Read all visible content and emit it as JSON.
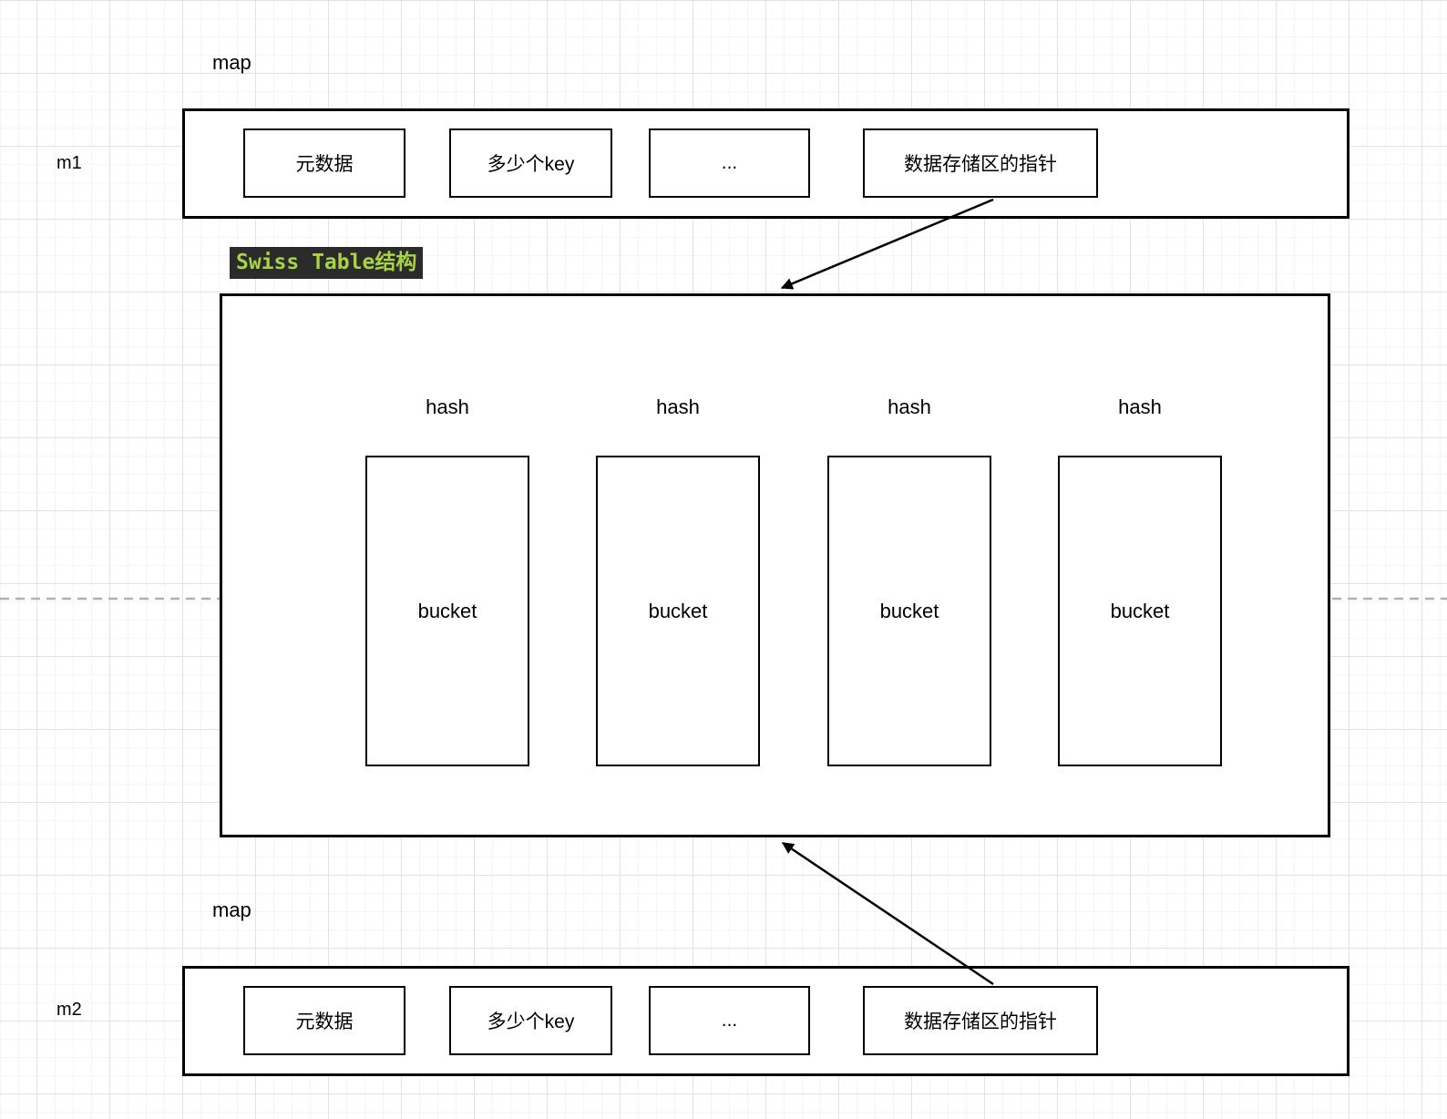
{
  "diagram": {
    "top_map": {
      "caption": "map",
      "name": "m1",
      "cells": [
        {
          "label": "元数据"
        },
        {
          "label": "多少个key"
        },
        {
          "label": "..."
        },
        {
          "label": "数据存储区的指针"
        }
      ]
    },
    "swiss_table": {
      "title": "Swiss Table结构",
      "columns": [
        {
          "hash_label": "hash",
          "bucket_label": "bucket"
        },
        {
          "hash_label": "hash",
          "bucket_label": "bucket"
        },
        {
          "hash_label": "hash",
          "bucket_label": "bucket"
        },
        {
          "hash_label": "hash",
          "bucket_label": "bucket"
        }
      ]
    },
    "bottom_map": {
      "caption": "map",
      "name": "m2",
      "cells": [
        {
          "label": "元数据"
        },
        {
          "label": "多少个key"
        },
        {
          "label": "..."
        },
        {
          "label": "数据存储区的指针"
        }
      ]
    },
    "colors": {
      "stroke": "#000000",
      "title_bg": "#2b2b2b",
      "title_fg": "#a6d445",
      "dashed_line": "#b0b0b0",
      "grid_fine": "#f5f5f5",
      "grid_major": "#e2e2e2"
    }
  }
}
